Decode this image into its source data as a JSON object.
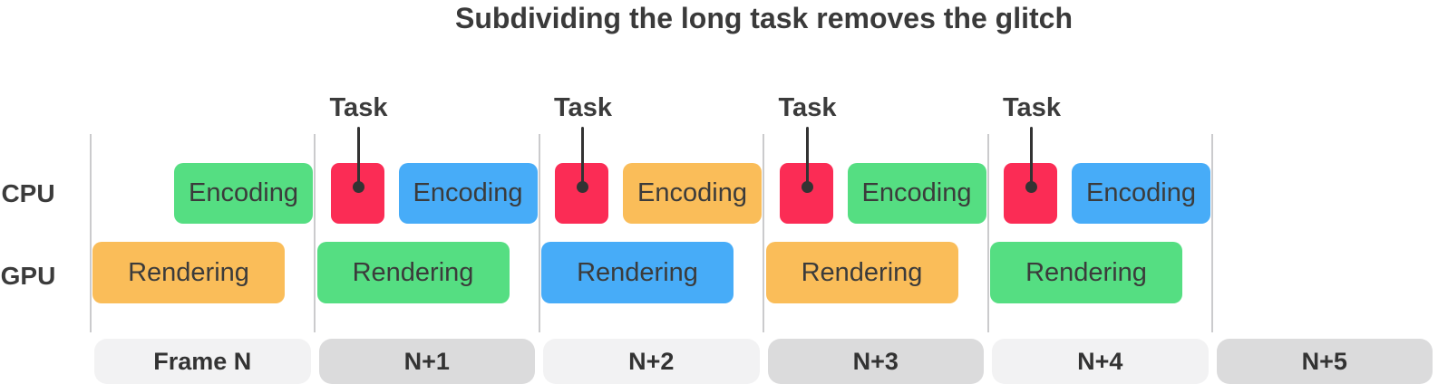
{
  "title": "Subdividing the long task removes the glitch",
  "rows": {
    "cpu_label": "CPU",
    "gpu_label": "GPU"
  },
  "palette": {
    "green": "#55DE82",
    "blue": "#47ACF8",
    "orange": "#FABD59",
    "red": "#FB2C55",
    "divider_line": "#CBCBCD",
    "pointer": "#333333",
    "dark_text": "#3B3B3B",
    "pill_light": "#F2F2F3",
    "pill_dark": "#DBDBDC",
    "background": "#FFFFFF"
  },
  "frames": [
    {
      "label": "Frame N",
      "pill_color": "#F2F2F3",
      "cpu": {
        "label": "Encoding",
        "color": "#55DE82"
      },
      "gpu": {
        "label": "Rendering",
        "color": "#FABD59"
      }
    },
    {
      "label": "N+1",
      "pill_color": "#DBDBDC",
      "task": {
        "label": "Task",
        "color": "#FB2C55"
      },
      "cpu": {
        "label": "Encoding",
        "color": "#47ACF8"
      },
      "gpu": {
        "label": "Rendering",
        "color": "#55DE82"
      }
    },
    {
      "label": "N+2",
      "pill_color": "#F2F2F3",
      "task": {
        "label": "Task",
        "color": "#FB2C55"
      },
      "cpu": {
        "label": "Encoding",
        "color": "#FABD59"
      },
      "gpu": {
        "label": "Rendering",
        "color": "#47ACF8"
      }
    },
    {
      "label": "N+3",
      "pill_color": "#DBDBDC",
      "task": {
        "label": "Task",
        "color": "#FB2C55"
      },
      "cpu": {
        "label": "Encoding",
        "color": "#55DE82"
      },
      "gpu": {
        "label": "Rendering",
        "color": "#FABD59"
      }
    },
    {
      "label": "N+4",
      "pill_color": "#F2F2F3",
      "task": {
        "label": "Task",
        "color": "#FB2C55"
      },
      "cpu": {
        "label": "Encoding",
        "color": "#47ACF8"
      },
      "gpu": {
        "label": "Rendering",
        "color": "#55DE82"
      }
    },
    {
      "label": "N+5",
      "pill_color": "#DBDBDC"
    }
  ]
}
